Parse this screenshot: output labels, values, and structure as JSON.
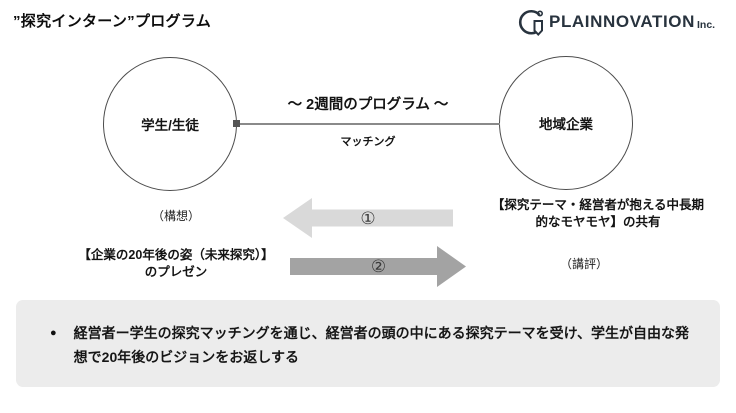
{
  "page": {
    "title": "”探究インターン”プログラム"
  },
  "logo": {
    "name": "PLAINNOVATION",
    "suffix": "Inc."
  },
  "diagram": {
    "left_circle_label": "学生/生徒",
    "right_circle_label": "地域企業",
    "connector_title": "〜 2週間のプログラム 〜",
    "connector_sub": "マッチング",
    "left_note": "（構想）",
    "left_caption_line1": "【企業の20年後の姿（未来探究）】",
    "left_caption_line2": "のプレゼン",
    "right_caption_line1": "【探究テーマ・経営者が抱える中長期",
    "right_caption_line2": "的なモヤモヤ】の共有",
    "right_note": "（講評）",
    "arrow1_label": "①",
    "arrow2_label": "②",
    "colors": {
      "arrow1": "#d9d9d9",
      "arrow2": "#a3a3a3",
      "summary_box": "#ececec",
      "logo": "#28333e"
    }
  },
  "summary": {
    "bullet": "●",
    "text": "経営者ー学生の探究マッチングを通じ、経営者の頭の中にある探究テーマを受け、学生が自由な発想で20年後のビジョンをお返しする"
  }
}
